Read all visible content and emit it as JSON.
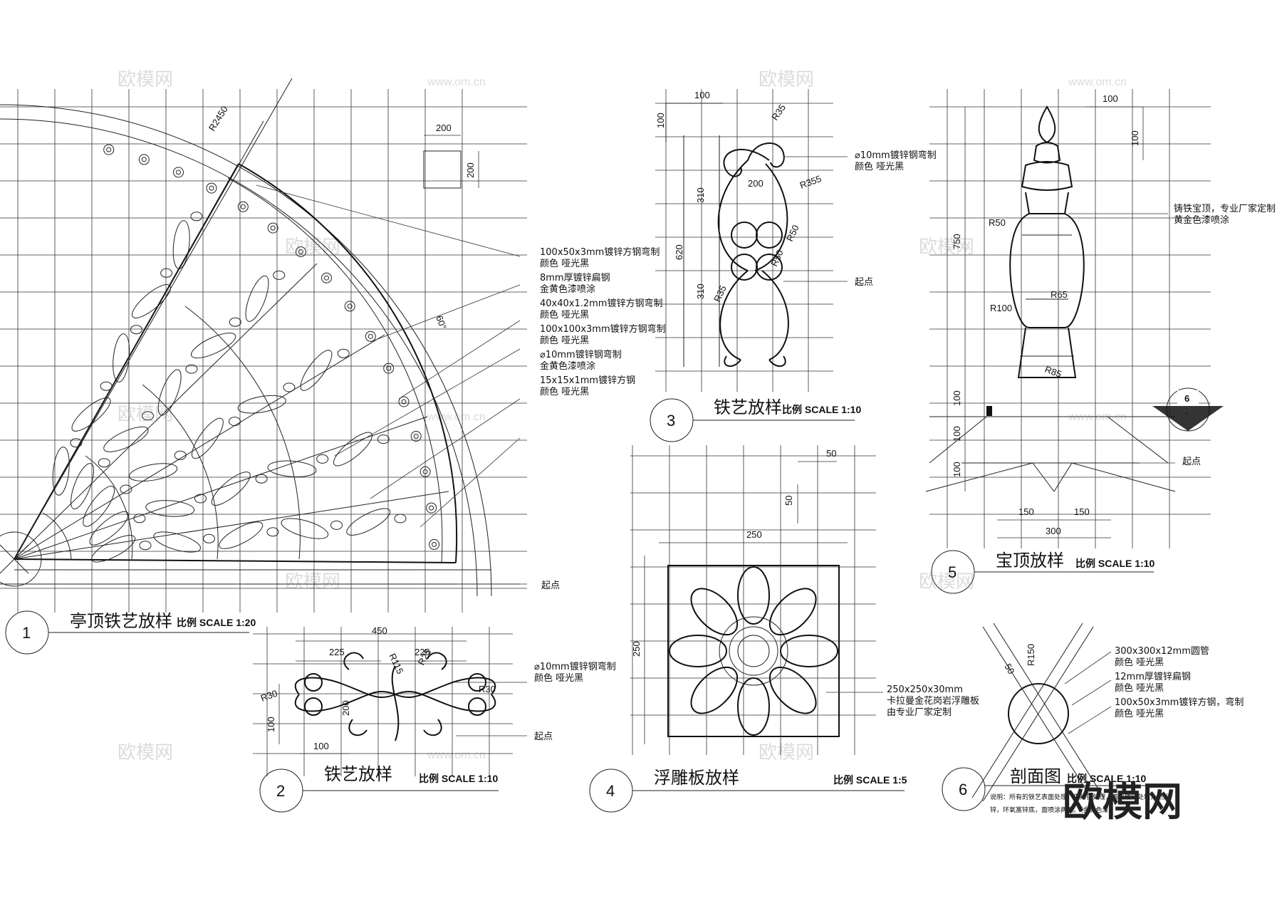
{
  "drawings": {
    "d1": {
      "num": "1",
      "title": "亭顶铁艺放样",
      "scale": "比例 SCALE 1:20"
    },
    "d2": {
      "num": "2",
      "title": "铁艺放样",
      "scale": "比例 SCALE 1:10"
    },
    "d3": {
      "num": "3",
      "title": "铁艺放样",
      "scale": "比例 SCALE 1:10"
    },
    "d4": {
      "num": "4",
      "title": "浮雕板放样",
      "scale": "比例 SCALE 1:5"
    },
    "d5": {
      "num": "5",
      "title": "宝顶放样",
      "scale": "比例 SCALE 1:10"
    },
    "d6": {
      "num": "6",
      "title": "剖面图",
      "scale": "比例 SCALE 1:10"
    }
  },
  "notes_d1": [
    [
      "100x50x3mm镀锌方钢弯制",
      "颜色  哑光黑"
    ],
    [
      "8mm厚镀锌扁钢",
      "金黄色漆喷涂"
    ],
    [
      "40x40x1.2mm镀锌方钢弯制",
      "颜色  哑光黑"
    ],
    [
      "100x100x3mm镀锌方钢弯制",
      "颜色  哑光黑"
    ],
    [
      "⌀10mm镀锌钢弯制",
      "金黄色漆喷涂"
    ],
    [
      "15x15x1mm镀锌方钢",
      "颜色  哑光黑"
    ]
  ],
  "notes_d2": [
    [
      "⌀10mm镀锌钢弯制",
      "颜色  哑光黑"
    ]
  ],
  "notes_d3": [
    [
      "⌀10mm镀锌钢弯制",
      "颜色  哑光黑"
    ]
  ],
  "notes_d4": [
    [
      "250x250x30mm",
      "卡拉曼金花岗岩浮雕板",
      "由专业厂家定制"
    ]
  ],
  "notes_d5": [
    [
      "铸铁宝顶，专业厂家定制",
      "黄金色漆喷涂"
    ]
  ],
  "notes_d6": [
    [
      "300x300x12mm圆管",
      "颜色  哑光黑"
    ],
    [
      "12mm厚镀锌扁钢",
      "颜色  哑光黑"
    ],
    [
      "100x50x3mm镀锌方钢，弯制",
      "颜色  哑光黑"
    ]
  ],
  "start_point": "起点",
  "dims": {
    "d1": [
      "200",
      "200",
      "R2450",
      "60°"
    ],
    "d2": [
      "450",
      "225",
      "225",
      "R115",
      "R25",
      "R30",
      "R30",
      "100",
      "200",
      "100"
    ],
    "d3": [
      "100",
      "100",
      "R35",
      "200",
      "R355",
      "310",
      "620",
      "R50",
      "R50",
      "310",
      "R35"
    ],
    "d4": [
      "50",
      "50",
      "250",
      "250"
    ],
    "d5": [
      "100",
      "100",
      "750",
      "R50",
      "R65",
      "R100",
      "R85",
      "100",
      "100",
      "100",
      "150",
      "150",
      "300"
    ],
    "d6": [
      "R150",
      "50"
    ],
    "section_marker": [
      "6",
      "-"
    ]
  },
  "footnote": [
    "说明：所有的铁艺表面处理：先除锈处理，再热镀锌处理，然后",
    "锌，环氧富锌底，面喷涂两遍。（金属色漆）"
  ],
  "watermarks": {
    "cn": "欧模网",
    "url": "www.om.cn"
  },
  "logo": "欧模网"
}
